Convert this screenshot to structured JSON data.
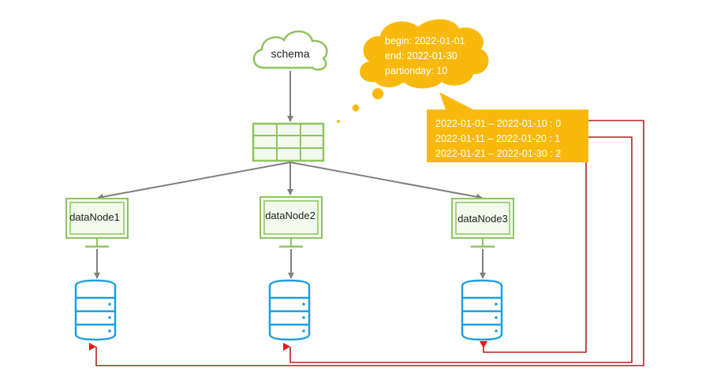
{
  "schema": {
    "label": "schema"
  },
  "cloud_note": {
    "lines": [
      "begin: 2022-01-01",
      "end: 2022-01-30",
      "partionday: 10"
    ]
  },
  "partitions": {
    "lines": [
      "2022-01-01 – 2022-01-10 : 0",
      "2022-01-11 – 2022-01-20 : 1",
      "2022-01-21 – 2022-01-30 : 2"
    ]
  },
  "nodes": [
    {
      "label": "dataNode1"
    },
    {
      "label": "dataNode2"
    },
    {
      "label": "dataNode3"
    }
  ],
  "colors": {
    "green": "#8ec460",
    "green_light": "#f3f9ec",
    "orange": "#f9b90c",
    "orange_text": "#ffffff",
    "db_blue": "#1e9fde",
    "arrow_gray": "#7f7f7f",
    "arrow_red": "#c81e1e"
  }
}
